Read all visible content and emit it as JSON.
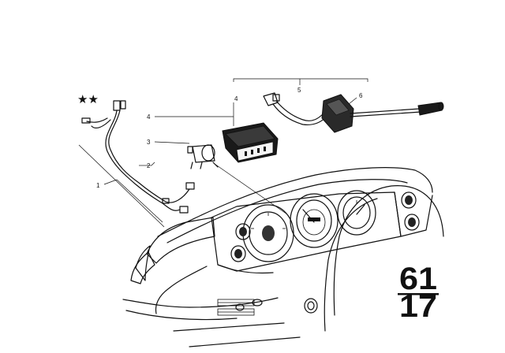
{
  "callouts": [
    {
      "id": "1",
      "text": "1"
    },
    {
      "id": "2",
      "text": "2"
    },
    {
      "id": "3",
      "text": "3"
    },
    {
      "id": "4a",
      "text": "4"
    },
    {
      "id": "4b",
      "text": "4"
    },
    {
      "id": "5",
      "text": "5"
    },
    {
      "id": "6",
      "text": "6"
    }
  ],
  "stars": "★★",
  "group_code": {
    "top": "61",
    "bottom": "17"
  }
}
